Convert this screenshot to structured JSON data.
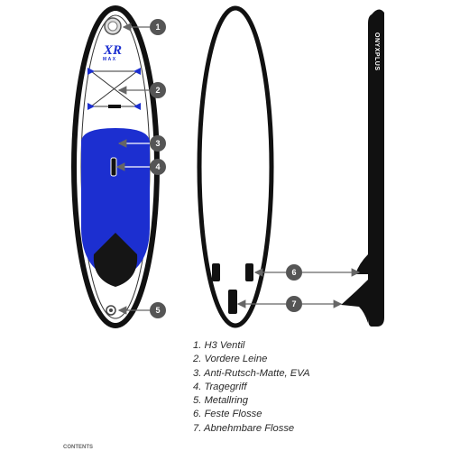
{
  "logo": {
    "mark": "XR",
    "sub": "MAX"
  },
  "side_board_text": "ONYXPLUS",
  "callouts": [
    {
      "number": "1",
      "label": "H3 Ventil"
    },
    {
      "number": "2",
      "label": "Vordere Leine"
    },
    {
      "number": "3",
      "label": "Anti-Rutsch-Matte, EVA"
    },
    {
      "number": "4",
      "label": "Tragegriff"
    },
    {
      "number": "5",
      "label": "Metallring"
    },
    {
      "number": "6",
      "label": "Feste Flosse"
    },
    {
      "number": "7",
      "label": "Abnehmbare Flosse"
    }
  ],
  "legend": [
    "1. H3 Ventil",
    "2. Vordere Leine",
    "3. Anti-Rutsch-Matte, EVA",
    "4. Tragegriff",
    "5. Metallring",
    "6. Feste Flosse",
    "7. Abnehmbare Flosse"
  ],
  "footer": "CONTENTS",
  "colors": {
    "board_outline": "#111111",
    "deck_pad": "#1c2fd0",
    "callout_badge": "#555555",
    "background": "#ffffff"
  }
}
